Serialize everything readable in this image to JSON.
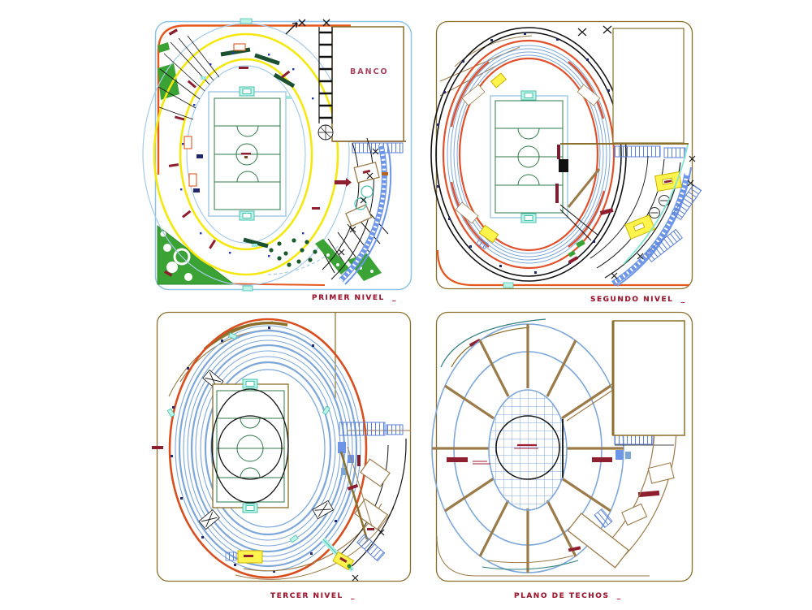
{
  "drawing": {
    "plans": [
      {
        "id": "primer-nivel",
        "caption": "PRIMER NIVEL  _",
        "room_label": "BANCO"
      },
      {
        "id": "segundo-nivel",
        "caption": "SEGUNDO NIVEL  _"
      },
      {
        "id": "tercer-nivel",
        "caption": "TERCER NIVEL  _"
      },
      {
        "id": "plano-de-techos",
        "caption": "PLANO DE TECHOS  _"
      }
    ],
    "colors": {
      "caption_red": "#9E1B32",
      "border_cyan": "#8FC4E4",
      "border_brown": "#8B6F2B",
      "ring_yellow": "#F4E80E",
      "ring_blue": "#7DA7D9",
      "ring_orange": "#E1502A",
      "field_green": "#2F7A4A",
      "park_green": "#3BA336",
      "goal_cyan": "#49C2AE",
      "stair_blue": "#6E96E8",
      "mark_maroon": "#8E1F2F",
      "spoke_brown": "#9C7B4A"
    }
  }
}
